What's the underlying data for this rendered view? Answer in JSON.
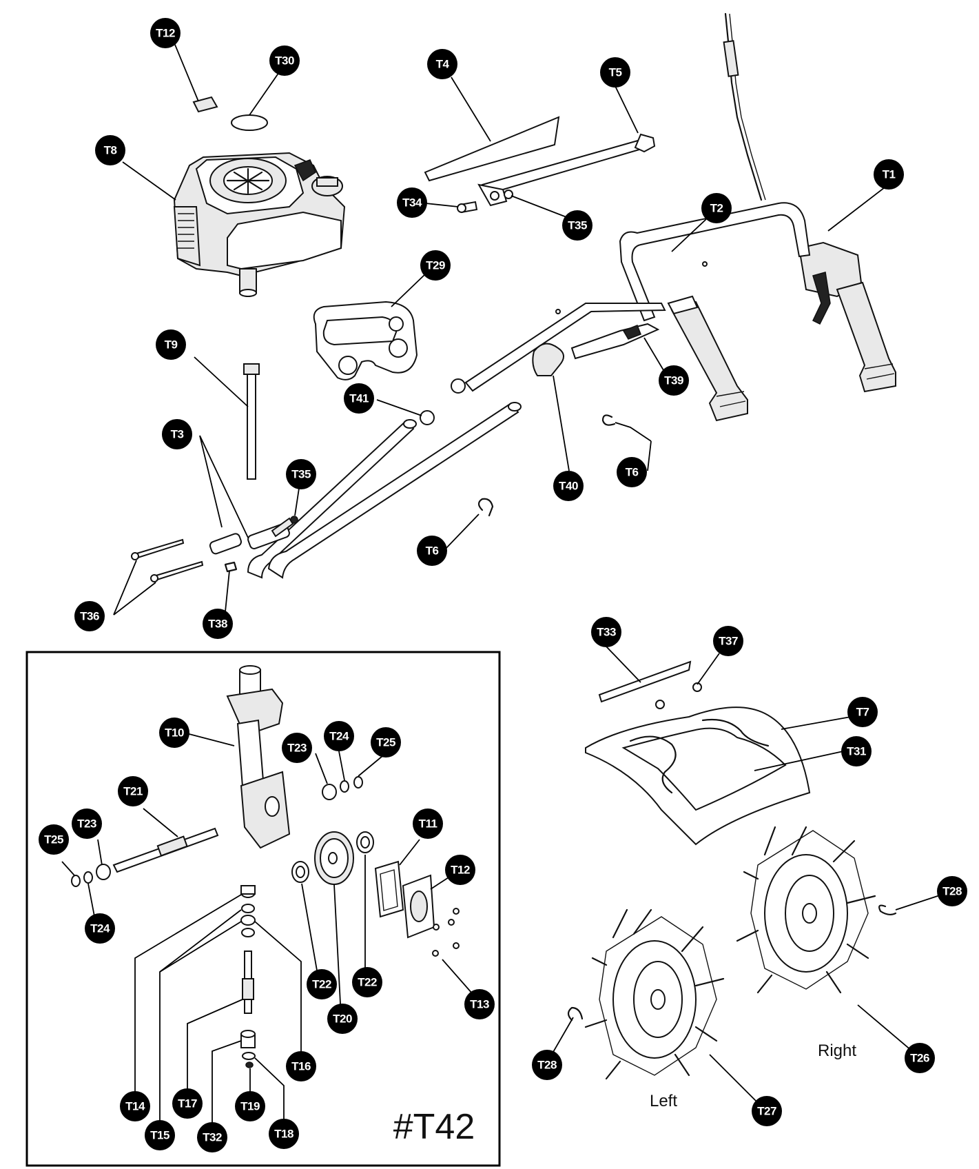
{
  "diagram": {
    "kit_label": "#T42",
    "tine_left_label": "Left",
    "tine_right_label": "Right",
    "callouts": [
      {
        "id": "c-T12a",
        "label": "T12"
      },
      {
        "id": "c-T30",
        "label": "T30"
      },
      {
        "id": "c-T8",
        "label": "T8"
      },
      {
        "id": "c-T4",
        "label": "T4"
      },
      {
        "id": "c-T5",
        "label": "T5"
      },
      {
        "id": "c-T34",
        "label": "T34"
      },
      {
        "id": "c-T35a",
        "label": "T35"
      },
      {
        "id": "c-T1",
        "label": "T1"
      },
      {
        "id": "c-T2",
        "label": "T2"
      },
      {
        "id": "c-T29",
        "label": "T29"
      },
      {
        "id": "c-T9",
        "label": "T9"
      },
      {
        "id": "c-T41",
        "label": "T41"
      },
      {
        "id": "c-T39",
        "label": "T39"
      },
      {
        "id": "c-T3",
        "label": "T3"
      },
      {
        "id": "c-T35b",
        "label": "T35"
      },
      {
        "id": "c-T6a",
        "label": "T6"
      },
      {
        "id": "c-T40",
        "label": "T40"
      },
      {
        "id": "c-T6b",
        "label": "T6"
      },
      {
        "id": "c-T36",
        "label": "T36"
      },
      {
        "id": "c-T38",
        "label": "T38"
      },
      {
        "id": "c-T33",
        "label": "T33"
      },
      {
        "id": "c-T37",
        "label": "T37"
      },
      {
        "id": "c-T7",
        "label": "T7"
      },
      {
        "id": "c-T31",
        "label": "T31"
      },
      {
        "id": "c-T10",
        "label": "T10"
      },
      {
        "id": "c-T23a",
        "label": "T23"
      },
      {
        "id": "c-T24a",
        "label": "T24"
      },
      {
        "id": "c-T25a",
        "label": "T25"
      },
      {
        "id": "c-T21",
        "label": "T21"
      },
      {
        "id": "c-T23b",
        "label": "T23"
      },
      {
        "id": "c-T25b",
        "label": "T25"
      },
      {
        "id": "c-T24b",
        "label": "T24"
      },
      {
        "id": "c-T11",
        "label": "T11"
      },
      {
        "id": "c-T12b",
        "label": "T12"
      },
      {
        "id": "c-T22a",
        "label": "T22"
      },
      {
        "id": "c-T20",
        "label": "T20"
      },
      {
        "id": "c-T22b",
        "label": "T22"
      },
      {
        "id": "c-T13",
        "label": "T13"
      },
      {
        "id": "c-T14",
        "label": "T14"
      },
      {
        "id": "c-T15",
        "label": "T15"
      },
      {
        "id": "c-T16",
        "label": "T16"
      },
      {
        "id": "c-T17",
        "label": "T17"
      },
      {
        "id": "c-T32",
        "label": "T32"
      },
      {
        "id": "c-T19",
        "label": "T19"
      },
      {
        "id": "c-T18",
        "label": "T18"
      },
      {
        "id": "c-T28a",
        "label": "T28"
      },
      {
        "id": "c-T26",
        "label": "T26"
      },
      {
        "id": "c-T27",
        "label": "T27"
      },
      {
        "id": "c-T28b",
        "label": "T28"
      }
    ]
  }
}
